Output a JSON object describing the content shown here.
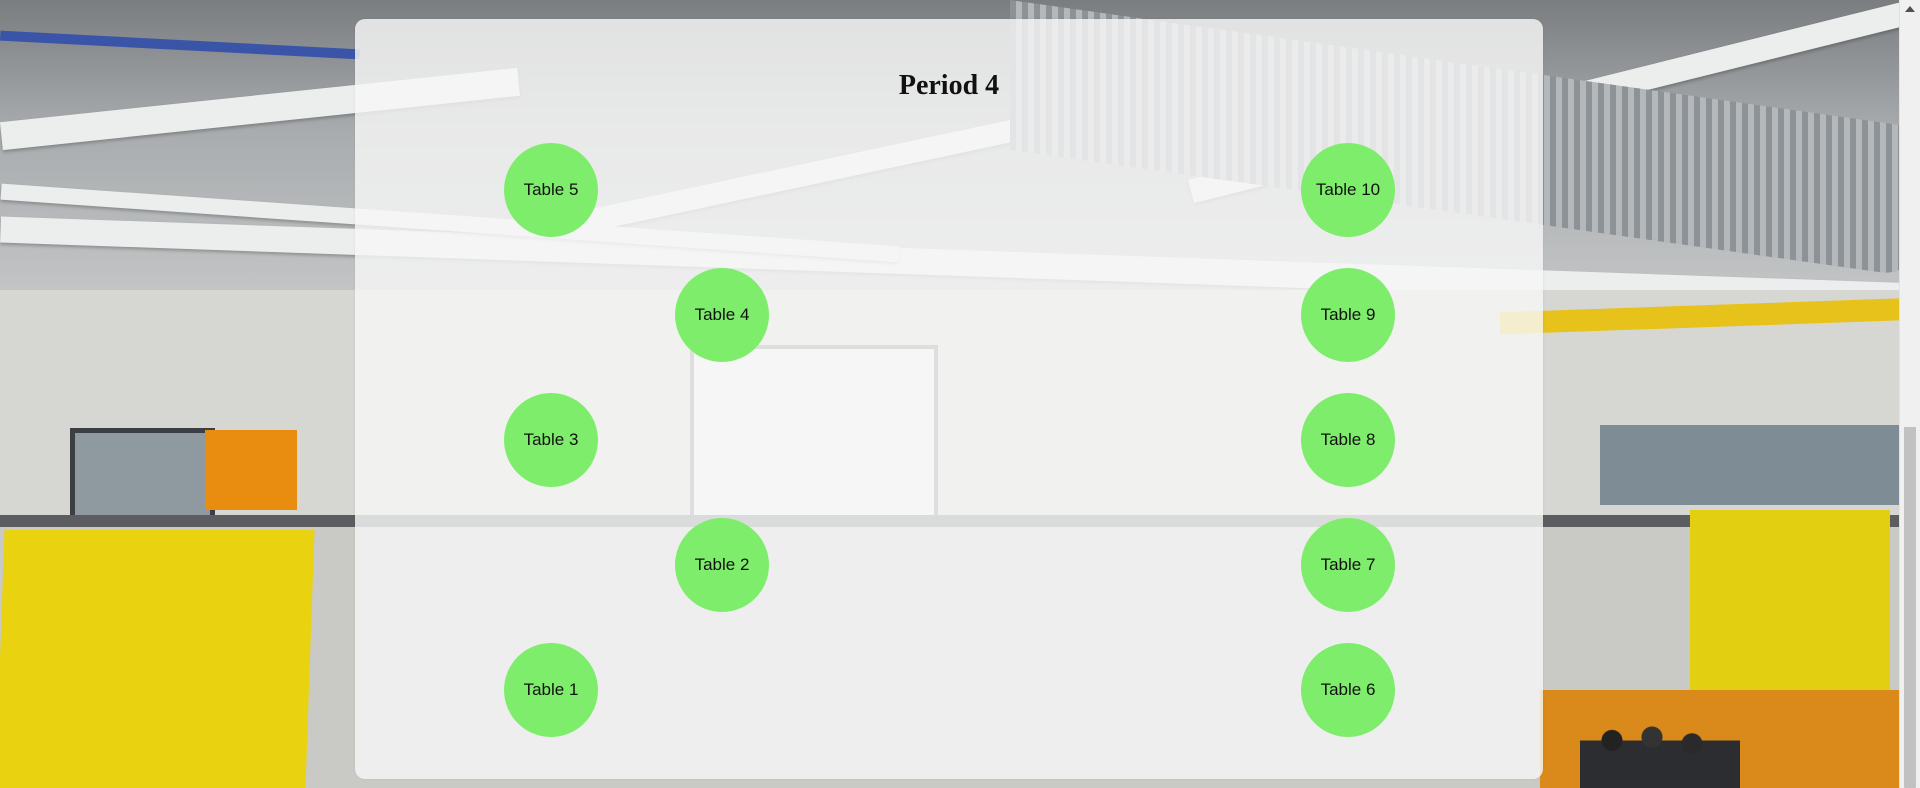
{
  "page": {
    "title": "Period 4"
  },
  "colors": {
    "table_fill": "#7eed6b",
    "panel_background": "rgba(246,246,246,0.82)"
  },
  "tables": [
    {
      "id": "table-5",
      "label": "Table 5"
    },
    {
      "id": "table-4",
      "label": "Table 4"
    },
    {
      "id": "table-3",
      "label": "Table 3"
    },
    {
      "id": "table-2",
      "label": "Table 2"
    },
    {
      "id": "table-1",
      "label": "Table 1"
    },
    {
      "id": "table-10",
      "label": "Table 10"
    },
    {
      "id": "table-9",
      "label": "Table 9"
    },
    {
      "id": "table-8",
      "label": "Table 8"
    },
    {
      "id": "table-7",
      "label": "Table 7"
    },
    {
      "id": "table-6",
      "label": "Table 6"
    }
  ],
  "scrollbar": {
    "up_icon": "chevron-up-icon"
  }
}
